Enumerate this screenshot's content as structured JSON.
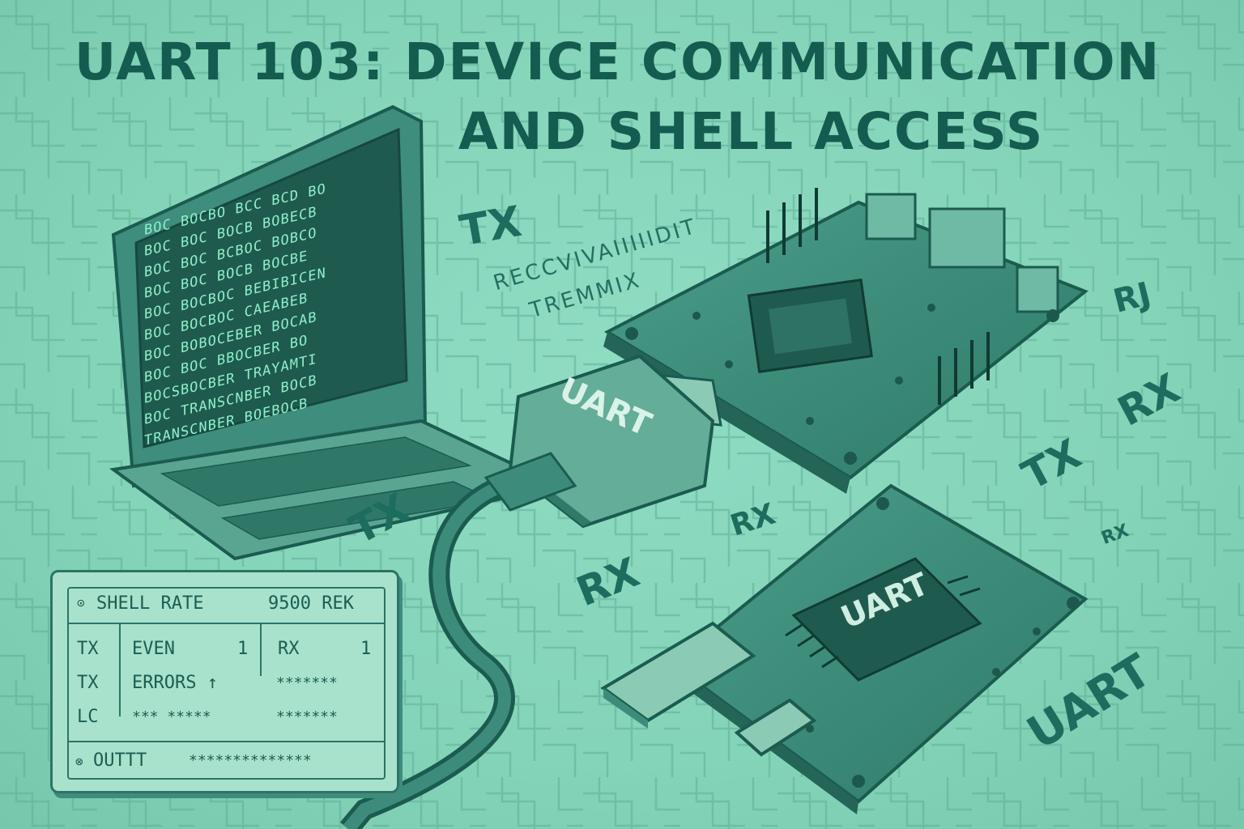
{
  "title": {
    "line1": "UART 103: DEVICE COMMUNICATION",
    "line2": "AND SHELL ACCESS"
  },
  "laptop": {
    "screen_lines": [
      "BOC BOCBO BCC BCD BO",
      "BOC BOC BOCB BOBECB",
      "BOC BOC BCBOC BOBCO",
      "BOC BOC BOCB BOCBE",
      "BOC BOCBOC BEBIBICEN",
      "BOC BOCBOC CAEABEB",
      "BOC BOBOCEBER BOCAB",
      "BOC BOC BBOCBER BO",
      "BOCSBOCBER TRAYAMTI",
      "BOC TRANSCNBER BOCB",
      "TRANSCNBER BOEBOCB"
    ]
  },
  "labels": {
    "tx_top": "TX",
    "receive_text": "RECCVIVAIIIIIDIT",
    "transmit_text": "TREMMIX",
    "rx_right_top": "RJ",
    "rx_right": "RX",
    "tx_right": "TX",
    "rx_small_right": "RX",
    "tx_left": "TX",
    "rx_mid": "RX",
    "rx_lower": "RX",
    "uart_lower_right": "UART"
  },
  "adapter": {
    "label": "UART"
  },
  "board2": {
    "chip_label": "UART"
  },
  "shell_panel": {
    "header_left": "SHELL RATE",
    "header_right": "9500 REK",
    "rows": [
      {
        "c1": "TX",
        "c2a": "EVEN",
        "c2b": "1",
        "c3a": "RX",
        "c3b": "1"
      },
      {
        "c1": "TX",
        "c2a": "ERRORS ↑",
        "c2b": "",
        "c3a": "*******",
        "c3b": ""
      },
      {
        "c1": "LC",
        "c2a": "***  *****",
        "c2b": "",
        "c3a": "*******",
        "c3b": ""
      }
    ],
    "footer_label": "OUTTT",
    "footer_value": "**************"
  },
  "colors": {
    "background": "#86d8bd",
    "ink": "#145c50",
    "board": "#3a8c7a",
    "screen": "#1d5b50"
  }
}
